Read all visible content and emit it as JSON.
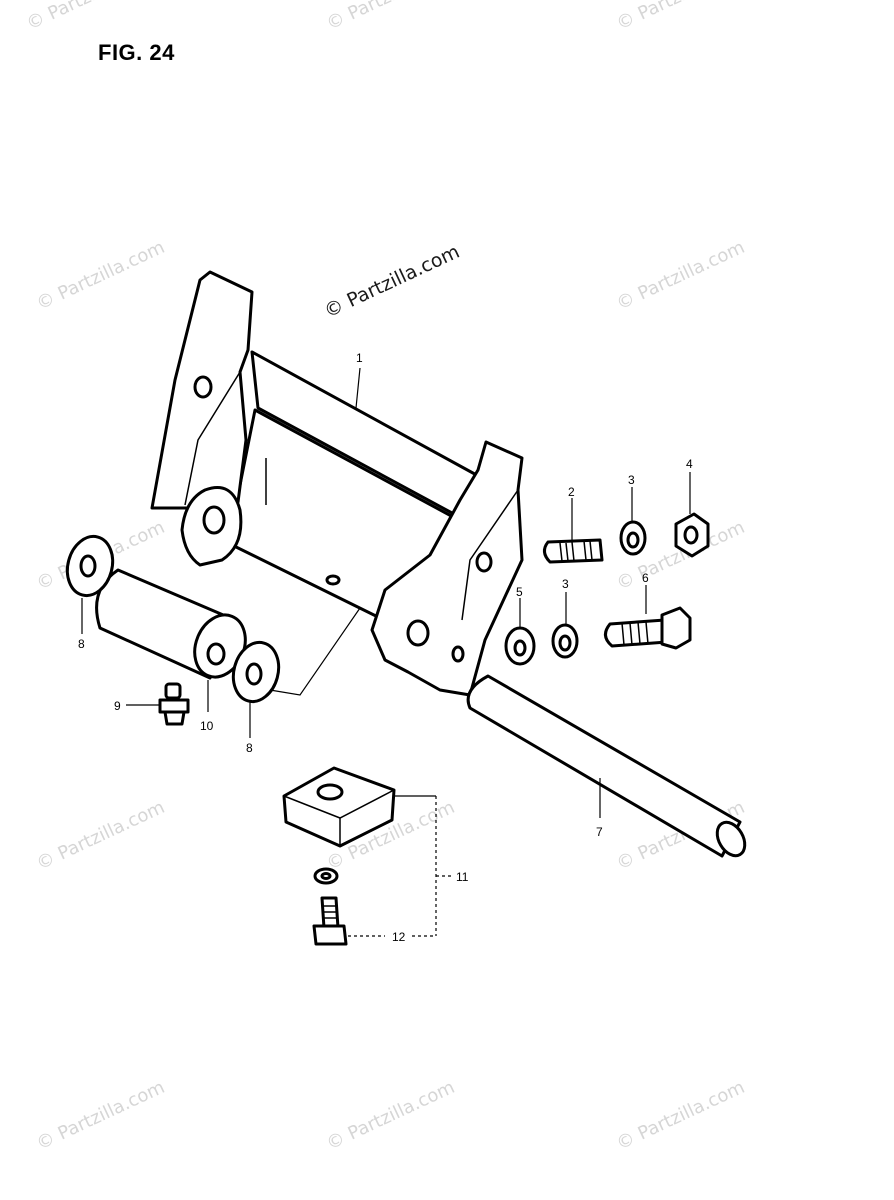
{
  "figure": {
    "title": "FIG. 24"
  },
  "watermark": {
    "text": "© Partzilla.com",
    "featured_text": "© Partzilla.com"
  },
  "callouts": {
    "c1": "1",
    "c2": "2",
    "c3a": "3",
    "c3b": "3",
    "c4": "4",
    "c5": "5",
    "c6": "6",
    "c7": "7",
    "c8a": "8",
    "c8b": "8",
    "c9": "9",
    "c10": "10",
    "c11": "11",
    "c12": "12"
  }
}
